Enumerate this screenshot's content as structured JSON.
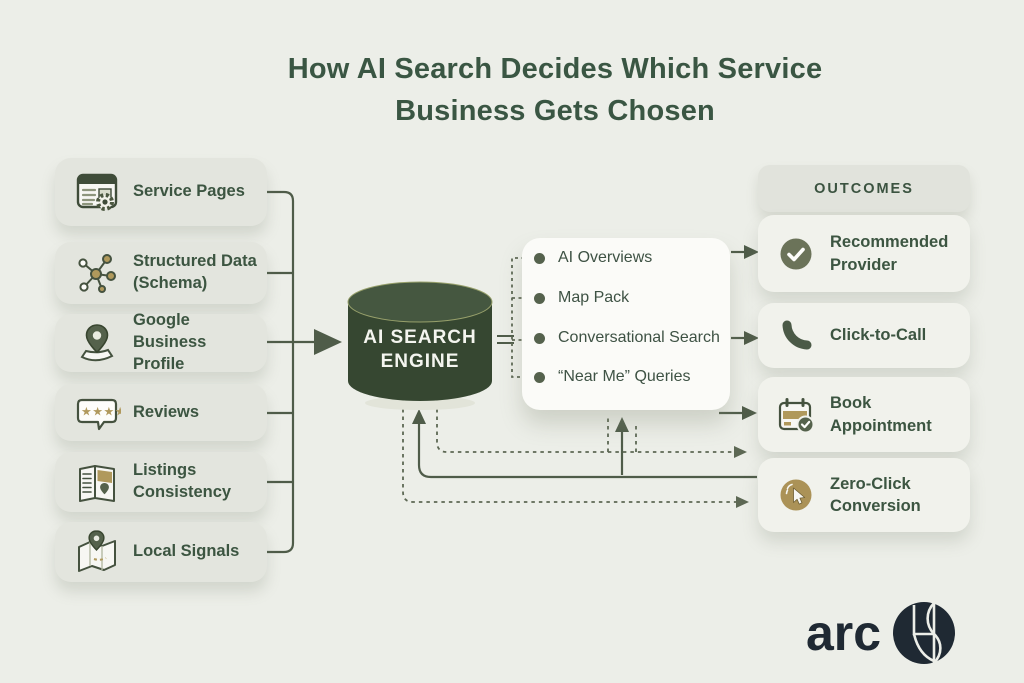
{
  "title": {
    "line1": "How AI Search Decides Which Service",
    "line2": "Business Gets Chosen"
  },
  "inputs": [
    {
      "label": "Service Pages",
      "icon": "service-pages-icon"
    },
    {
      "label": "Structured Data (Schema)",
      "icon": "schema-network-icon"
    },
    {
      "label": "Google Business Profile",
      "icon": "map-pin-icon"
    },
    {
      "label": "Reviews",
      "icon": "review-stars-icon"
    },
    {
      "label": "Listings Consistency",
      "icon": "listings-icon"
    },
    {
      "label": "Local Signals",
      "icon": "local-map-icon"
    }
  ],
  "engine": {
    "line1": "AI SEARCH",
    "line2": "ENGINE"
  },
  "outputs": {
    "items": [
      {
        "label": "AI Overviews"
      },
      {
        "label": "Map Pack"
      },
      {
        "label": "Conversational Search"
      },
      {
        "label": "“Near Me” Queries"
      }
    ]
  },
  "outcomes": {
    "header": "OUTCOMES",
    "items": [
      {
        "label": "Recommended Provider",
        "icon": "check-circle-icon"
      },
      {
        "label": "Click-to-Call",
        "icon": "phone-icon"
      },
      {
        "label": "Book Appointment",
        "icon": "calendar-check-icon"
      },
      {
        "label": "Zero-Click Conversion",
        "icon": "cursor-click-icon"
      }
    ]
  },
  "logo": {
    "text": "arc"
  },
  "colors": {
    "background": "#eceee8",
    "title_text": "#3a5643",
    "input_card": "#e3e5de",
    "outputs_panel": "#fbfbf8",
    "outcome_card": "#f1f2ec",
    "line": "#4f5c49",
    "gold_accent": "#b0995c",
    "engine_body": "#364731",
    "engine_top": "#455740",
    "olive_badge": "#6b7359",
    "logo_dark": "#1f2933"
  }
}
